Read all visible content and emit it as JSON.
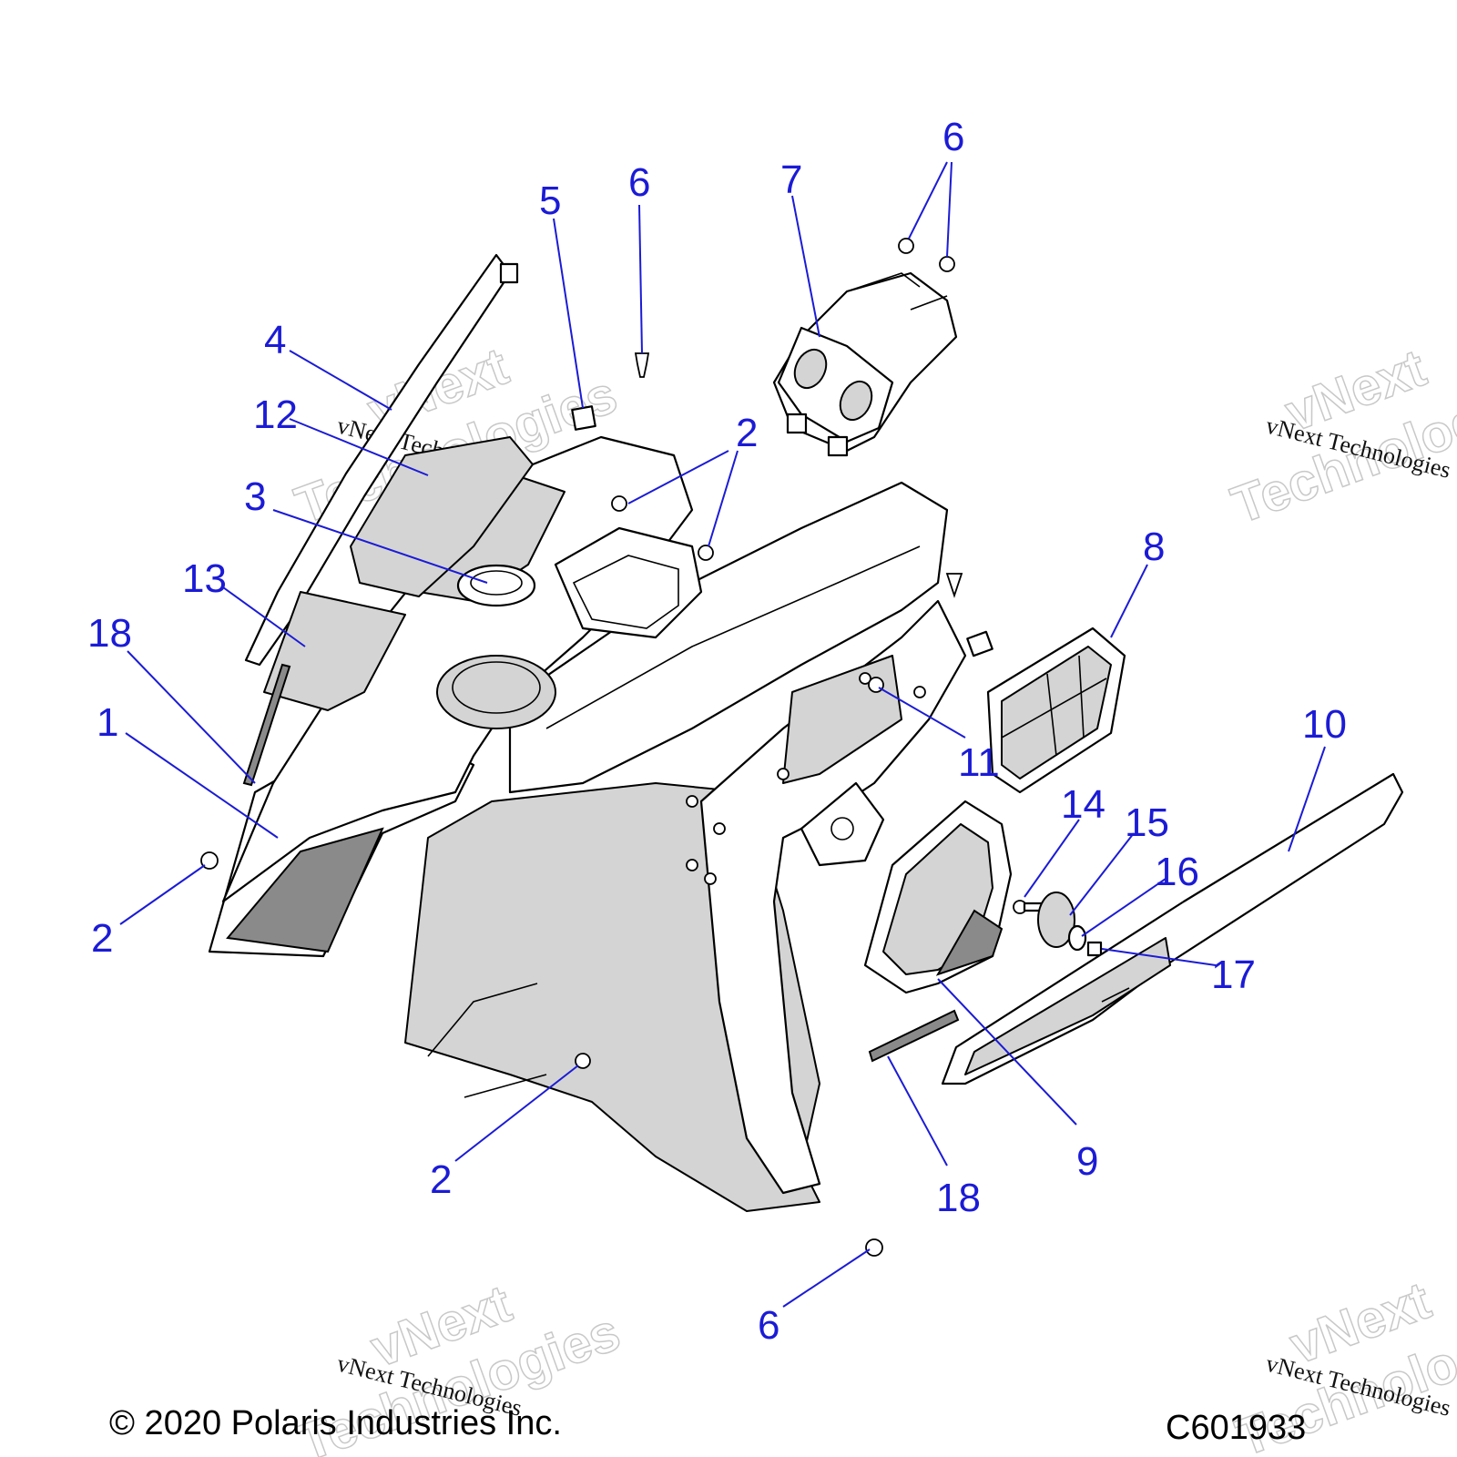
{
  "callouts": [
    {
      "id": "c1",
      "label": "1"
    },
    {
      "id": "c2a",
      "label": "2"
    },
    {
      "id": "c2b",
      "label": "2"
    },
    {
      "id": "c2c",
      "label": "2"
    },
    {
      "id": "c3",
      "label": "3"
    },
    {
      "id": "c4",
      "label": "4"
    },
    {
      "id": "c5",
      "label": "5"
    },
    {
      "id": "c6a",
      "label": "6"
    },
    {
      "id": "c6b",
      "label": "6"
    },
    {
      "id": "c6c",
      "label": "6"
    },
    {
      "id": "c7",
      "label": "7"
    },
    {
      "id": "c8",
      "label": "8"
    },
    {
      "id": "c9",
      "label": "9"
    },
    {
      "id": "c10",
      "label": "10"
    },
    {
      "id": "c11",
      "label": "11"
    },
    {
      "id": "c12",
      "label": "12"
    },
    {
      "id": "c13",
      "label": "13"
    },
    {
      "id": "c14",
      "label": "14"
    },
    {
      "id": "c15",
      "label": "15"
    },
    {
      "id": "c16",
      "label": "16"
    },
    {
      "id": "c17",
      "label": "17"
    },
    {
      "id": "c18a",
      "label": "18"
    },
    {
      "id": "c18b",
      "label": "18"
    }
  ],
  "watermarks": {
    "big_line1": "vNext",
    "big_line2": "Technologies",
    "small": "vNext Technologies"
  },
  "footer": {
    "copyright": "© 2020 Polaris Industries Inc.",
    "figure_code": "C601933"
  },
  "colors": {
    "callout": "#1b1bd6",
    "line": "#000000",
    "shade": "#d4d4d4"
  }
}
